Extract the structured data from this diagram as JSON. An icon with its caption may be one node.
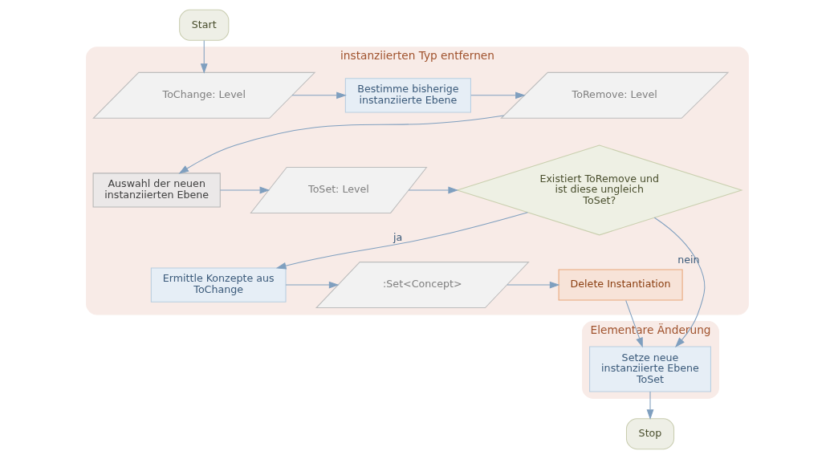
{
  "diagram": {
    "nodes": [
      {
        "text": [
          "Start"
        ]
      },
      {
        "text": [
          "instanziierten Typ entfernen"
        ]
      },
      {
        "text": [
          "ToChange: Level"
        ],
        "in": 1
      },
      {
        "text": [
          "Bestimme bisherige instanziierte Ebene"
        ],
        "in": 1
      },
      {
        "text": [
          "ToRemove: Level"
        ],
        "in": 1
      },
      {
        "text": [
          "Existiert ToRemove und ist diese ungleich ToSet?"
        ],
        "in": 1
      },
      {
        "text": [
          "ToSet: Level"
        ],
        "in": 1
      },
      {
        "text": [
          "Auswahl der neuen instanziierten Ebene"
        ],
        "in": 1
      },
      {
        "text": [
          "Elementare Änderung"
        ]
      },
      {
        "text": [
          "Setze neue instanziierte Ebene ToSet"
        ],
        "in": 8
      },
      {
        "text": [
          "Ermittle Konzepte aus ToChange"
        ],
        "in": 1
      },
      {
        "text": [
          ":Set<Concept>"
        ],
        "in": 1
      },
      {
        "text": [
          "Delete Instantiation"
        ],
        "in": 1
      },
      {
        "text": [
          "Stop"
        ]
      }
    ],
    "edges": [
      {
        "from": 0,
        "to": 2,
        "arrow": "to"
      },
      {
        "from": 2,
        "to": 3,
        "arrow": "to"
      },
      {
        "from": 3,
        "to": 4,
        "arrow": "to"
      },
      {
        "from": 4,
        "to": 7,
        "arrow": "to"
      },
      {
        "from": 7,
        "to": 6,
        "arrow": "to"
      },
      {
        "from": 6,
        "to": 5,
        "arrow": "to"
      },
      {
        "from": 5,
        "to": 10,
        "arrow": "to",
        "label": "ja"
      },
      {
        "from": 5,
        "to": 9,
        "arrow": "to",
        "label": "nein"
      },
      {
        "from": 10,
        "to": 11,
        "arrow": "to"
      },
      {
        "from": 11,
        "to": 12,
        "arrow": "to"
      },
      {
        "from": 12,
        "to": 9,
        "arrow": "to"
      },
      {
        "from": 9,
        "to": 13,
        "arrow": "to"
      }
    ]
  }
}
